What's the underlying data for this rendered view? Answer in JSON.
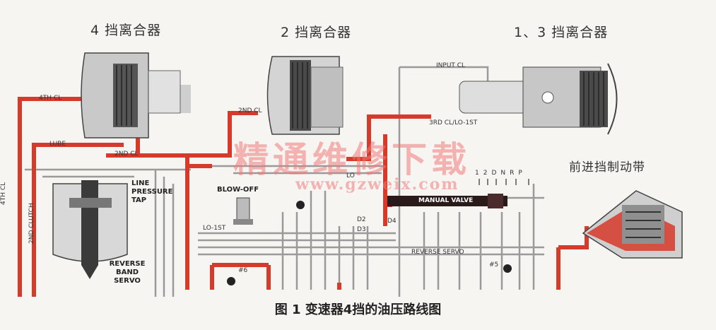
{
  "headers": {
    "clutch_4th": "4 挡离合器",
    "clutch_2nd": "2 挡离合器",
    "clutch_1_3": "1、3 挡离合器",
    "forward_band": "前进挡制动带"
  },
  "line_labels": {
    "input_cl": "INPUT CL",
    "fourth_cl": "4TH CL",
    "lube": "LUBE",
    "second_cl_top": "2ND CL",
    "second_cl_mid": "2ND CL",
    "third_cl": "3RD CL/LO-1ST",
    "fourth_cl_v": "4TH CL",
    "second_clutch_v": "2ND CLUTCH",
    "line_pressure": "LINE PRESSURE TAP",
    "blow_off": "BLOW-OFF",
    "manual_valve": "MANUAL VALVE",
    "reverse_servo": "REVERSE SERVO",
    "reverse_band_servo": "REVERSE BAND SERVO",
    "lo_1st": "LO-1ST",
    "d2": "D2",
    "d3": "D3",
    "d4": "D4",
    "lo": "LO",
    "hash5": "#5",
    "hash6": "#6"
  },
  "gear_positions": [
    "1",
    "2",
    "D",
    "N",
    "R",
    "P"
  ],
  "watermark": {
    "title": "精通维修下载",
    "url": "www.gzweix.com"
  },
  "caption": "图 1  变速器4挡的油压路线图",
  "colors": {
    "pressure_red": "#d63a2a",
    "line_gray": "#8a8a8a",
    "bg": "#f7f5f2"
  }
}
